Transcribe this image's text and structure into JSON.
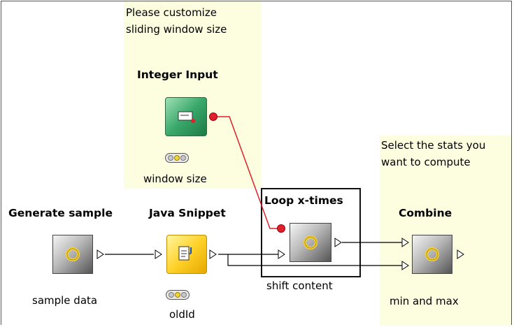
{
  "annotations": {
    "window_size_note": "Please customize\nsliding window size",
    "stats_note": "Select the stats you\nwant to compute"
  },
  "nodes": {
    "integer_input": {
      "title": "Integer Input",
      "label": "window size"
    },
    "generate_sample": {
      "title": "Generate sample",
      "label": "sample data"
    },
    "java_snippet": {
      "title": "Java Snippet",
      "label": "oldId"
    },
    "loop": {
      "title": "Loop x-times",
      "label": "shift content"
    },
    "combine": {
      "title": "Combine",
      "label": "min and max"
    }
  },
  "colors": {
    "annotation_bg": "#fdfde0",
    "flow_variable_wire": "#e0202a",
    "data_wire": "#000000",
    "snippet_node": "#ffd22a",
    "quickform_node": "#3aa86a"
  }
}
